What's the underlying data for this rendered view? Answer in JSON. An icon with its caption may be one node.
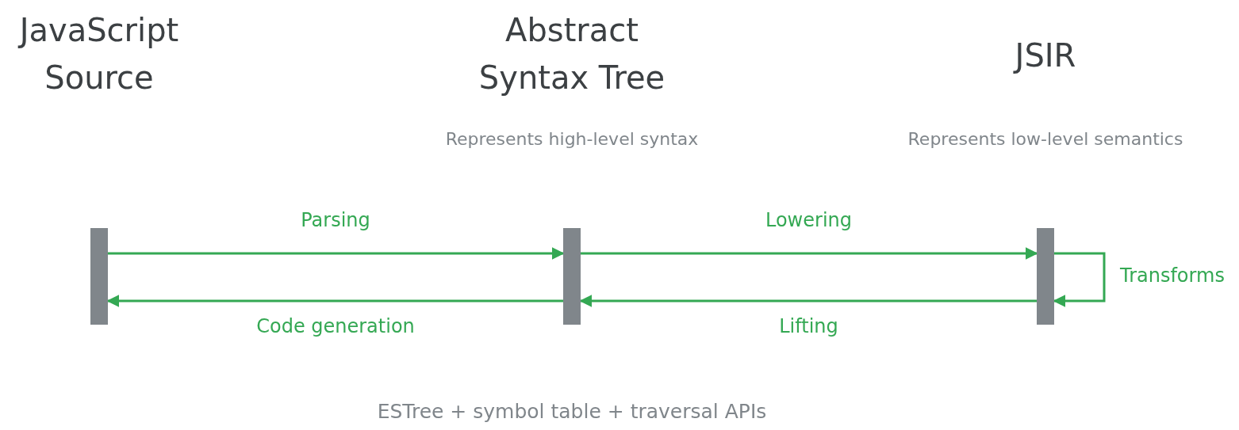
{
  "diagram": {
    "nodes": [
      {
        "text": [
          "JavaScript Source"
        ]
      },
      {
        "text": [
          "Abstract Syntax Tree",
          "Represents high-level syntax"
        ],
        "beside": [
          "ESTree + symbol table + traversal APIs"
        ]
      },
      {
        "text": [
          "JSIR",
          "Represents low-level semantics"
        ]
      }
    ],
    "edges": [
      {
        "from": 0,
        "to": 1,
        "arrow": "to",
        "label": "Parsing"
      },
      {
        "from": 1,
        "to": 2,
        "arrow": "to",
        "label": "Lowering"
      },
      {
        "from": 1,
        "to": 0,
        "arrow": "to",
        "label": "Code generation"
      },
      {
        "from": 2,
        "to": 1,
        "arrow": "to",
        "label": "Lifting"
      },
      {
        "from": 2,
        "to": 2,
        "arrow": "to",
        "label": "Transforms"
      }
    ]
  }
}
